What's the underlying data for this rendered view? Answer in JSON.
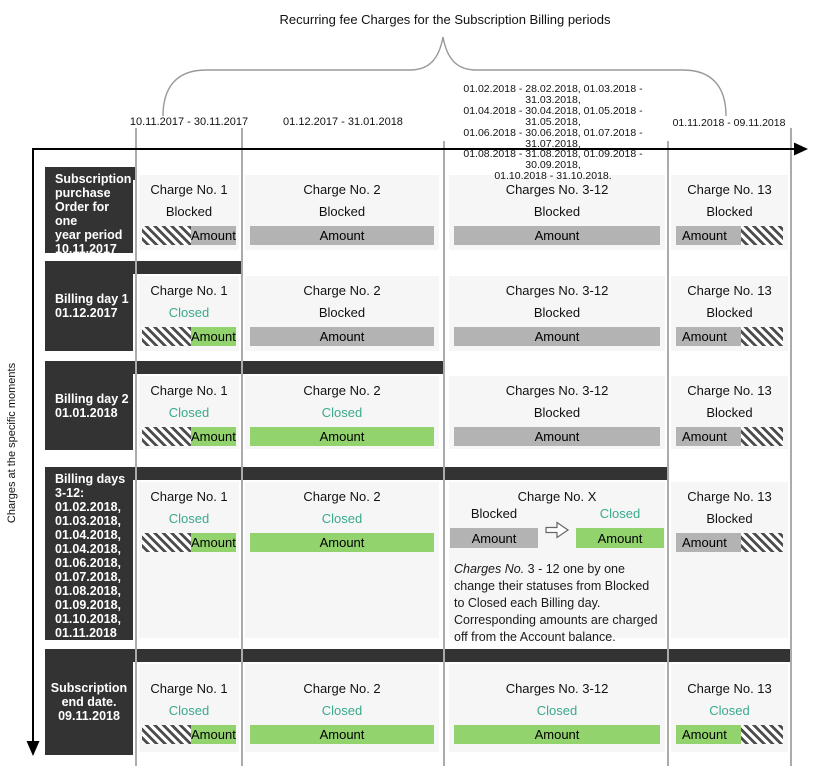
{
  "title": "Recurring fee Charges for the Subscription Billing periods",
  "y_axis_label": "Charges at the specific moments",
  "labels": {
    "amount": "Amount"
  },
  "colors": {
    "dark_box": "#333333",
    "cell_background": "#f6f6f6",
    "blocked_bar": "#b3b3b3",
    "closed_bar": "#92d36e",
    "closed_text": "#3aa98d"
  },
  "periods": [
    "10.11.2017 - 30.11.2017",
    "01.12.2017 - 31.01.2018",
    "01.02.2018 - 28.02.2018, 01.03.2018 - 31.03.2018,\n01.04.2018 - 30.04.2018, 01.05.2018 - 31.05.2018,\n01.06.2018 - 30.06.2018, 01.07.2018 - 31.07.2018,\n01.08.2018 - 31.08.2018, 01.09.2018 - 30.09.2018,\n01.10.2018 - 31.10.2018.",
    "01.11.2018 - 09.11.2018"
  ],
  "rows": [
    {
      "label": "Subscription\npurchase\nOrder for one\nyear period\n10.11.2017",
      "cells": [
        {
          "title": "Charge No. 1",
          "status": "Blocked"
        },
        {
          "title": "Charge No. 2",
          "status": "Blocked"
        },
        {
          "title": "Charges No. 3-12",
          "status": "Blocked"
        },
        {
          "title": "Charge No. 13",
          "status": "Blocked"
        }
      ]
    },
    {
      "label": "Billing day 1\n01.12.2017",
      "cells": [
        {
          "title": "Charge No. 1",
          "status": "Closed"
        },
        {
          "title": "Charge No. 2",
          "status": "Blocked"
        },
        {
          "title": "Charges No. 3-12",
          "status": "Blocked"
        },
        {
          "title": "Charge No. 13",
          "status": "Blocked"
        }
      ]
    },
    {
      "label": "Billing day 2\n01.01.2018",
      "cells": [
        {
          "title": "Charge No. 1",
          "status": "Closed"
        },
        {
          "title": "Charge No. 2",
          "status": "Closed"
        },
        {
          "title": "Charges No. 3-12",
          "status": "Blocked"
        },
        {
          "title": "Charge No. 13",
          "status": "Blocked"
        }
      ]
    },
    {
      "label": "Billing days\n3-12:\n01.02.2018,\n01.03.2018,\n01.04.2018,\n01.04.2018,\n01.06.2018,\n01.07.2018,\n01.08.2018,\n01.09.2018,\n01.10.2018,\n01.11.2018",
      "cells": [
        {
          "title": "Charge No. 1",
          "status": "Closed"
        },
        {
          "title": "Charge No. 2",
          "status": "Closed"
        },
        {
          "title": "Charge No. X",
          "left_status": "Blocked",
          "right_status": "Closed",
          "note_italic": "Charges No.",
          "note_rest": " 3 - 12 one by one change their statuses  from Blocked to Closed each Billing day. Corresponding amounts are charged off from the Account balance."
        },
        {
          "title": "Charge No. 13",
          "status": "Blocked"
        }
      ]
    },
    {
      "label": "Subscription\nend date.\n09.11.2018",
      "cells": [
        {
          "title": "Charge No. 1",
          "status": "Closed"
        },
        {
          "title": "Charge No. 2",
          "status": "Closed"
        },
        {
          "title": "Charges No. 3-12",
          "status": "Closed"
        },
        {
          "title": "Charge No. 13",
          "status": "Closed"
        }
      ]
    }
  ]
}
